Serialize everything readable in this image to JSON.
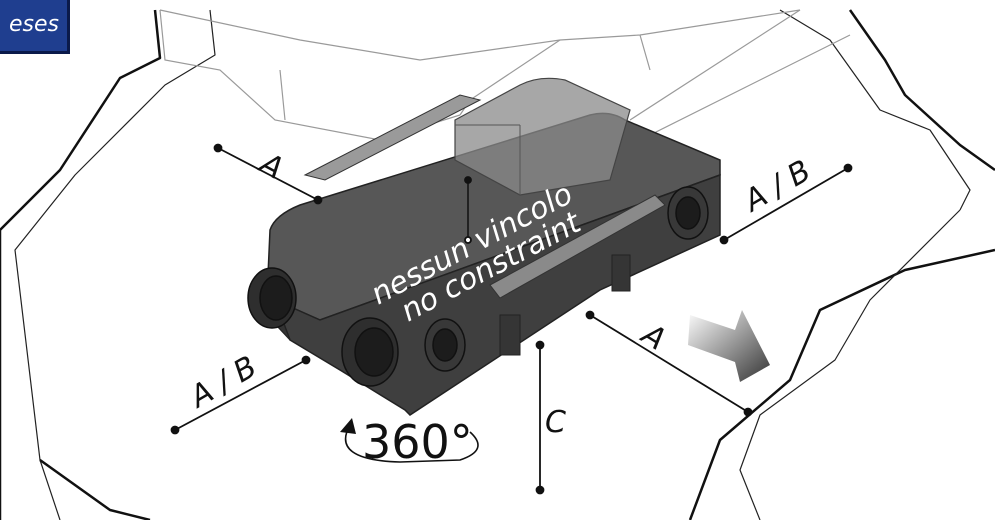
{
  "badge": {
    "text": "eses",
    "color": "#1f3e8f"
  },
  "labels": {
    "a_left": "A",
    "a_right_top": "A / B",
    "a_left_bottom": "A / B",
    "a_front": "A",
    "c": "C",
    "rotation": "360°",
    "caption_line1": "nessun vincolo",
    "caption_line2": "no constraint"
  },
  "colors": {
    "unit_body": "#4a4a4a",
    "unit_top": "#5a5a5a",
    "duct": "#b5b5b5",
    "arrow": "#555555"
  }
}
